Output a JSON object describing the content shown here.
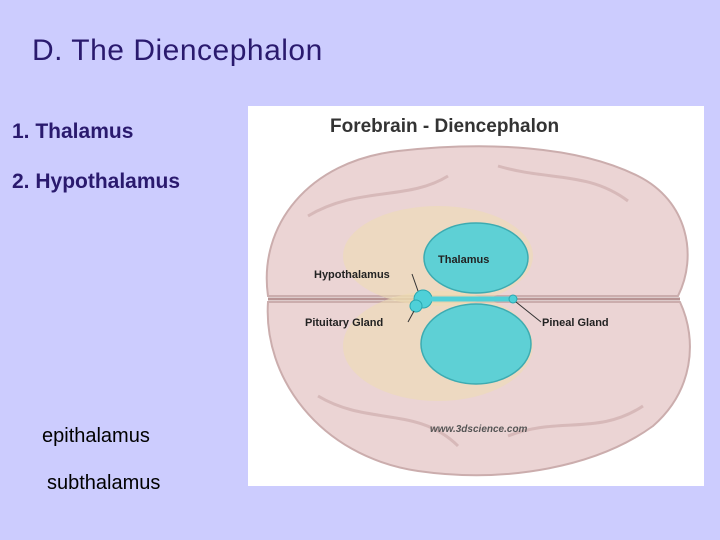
{
  "slide": {
    "title": "D.  The Diencephalon",
    "items": [
      "1. Thalamus",
      "2.  Hypothalamus"
    ],
    "subitems": [
      "epithalamus",
      "subthalamus"
    ]
  },
  "figure": {
    "title": "Forebrain - Diencephalon",
    "labels": {
      "thalamus": "Thalamus",
      "hypothalamus": "Hypothalamus",
      "pituitary": "Pituitary Gland",
      "pineal": "Pineal Gland"
    },
    "watermark": "www.3dscience.com"
  },
  "colors": {
    "background": "#ccccfe",
    "title_text": "#2a1a6e",
    "brain": "#e8cfcf",
    "thalamus": "#4fd0d8"
  }
}
